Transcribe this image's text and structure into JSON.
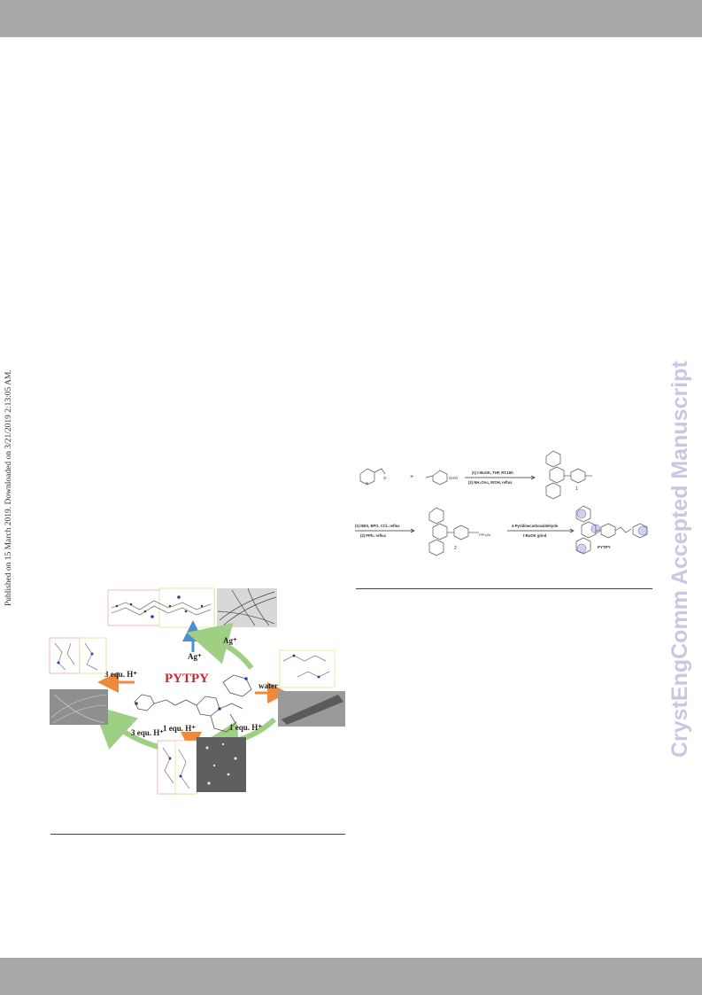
{
  "side_note": "Published on 15 March 2019. Downloaded on 3/21/2019 2:13:05 AM.",
  "watermark": "CrystEngComm Accepted Manuscript",
  "figure": {
    "center_label": "PYTPY",
    "ag_top": "Ag⁺",
    "ag_right": "Ag⁺",
    "three_equ_left": "3 equ. H⁺",
    "three_equ_lower": "3 equ. H⁺",
    "one_equ_center": "1 equ. H⁺",
    "one_equ_right": "1 equ. H⁺",
    "water": "water",
    "colors": {
      "pytpy_red": "#d0262b",
      "arrow_green": "#9fce85",
      "arrow_orange": "#ee8a3c",
      "arrow_blue": "#4a8fd0"
    }
  },
  "scheme": {
    "step1_conditions_1": "(1) t-BuOK, THF, RT,15h",
    "step1_conditions_2": "(2) NH₄OAc, EtOH, reflux",
    "reactant_cho": "CHO",
    "reactant_o": "O",
    "compound_1": "1",
    "step2_conditions_1": "(1) NBS, BPO, CCl₄ reflux",
    "step2_conditions_2": "(2) PPh₃  reflux",
    "compound_2": "2",
    "pph3br": "PPh₃Br",
    "step3_conditions_1": "4-Pyridinecarboxaldehyde",
    "step3_conditions_2": "t-BuOK  grind",
    "product": "PYTPY",
    "plus": "+"
  }
}
